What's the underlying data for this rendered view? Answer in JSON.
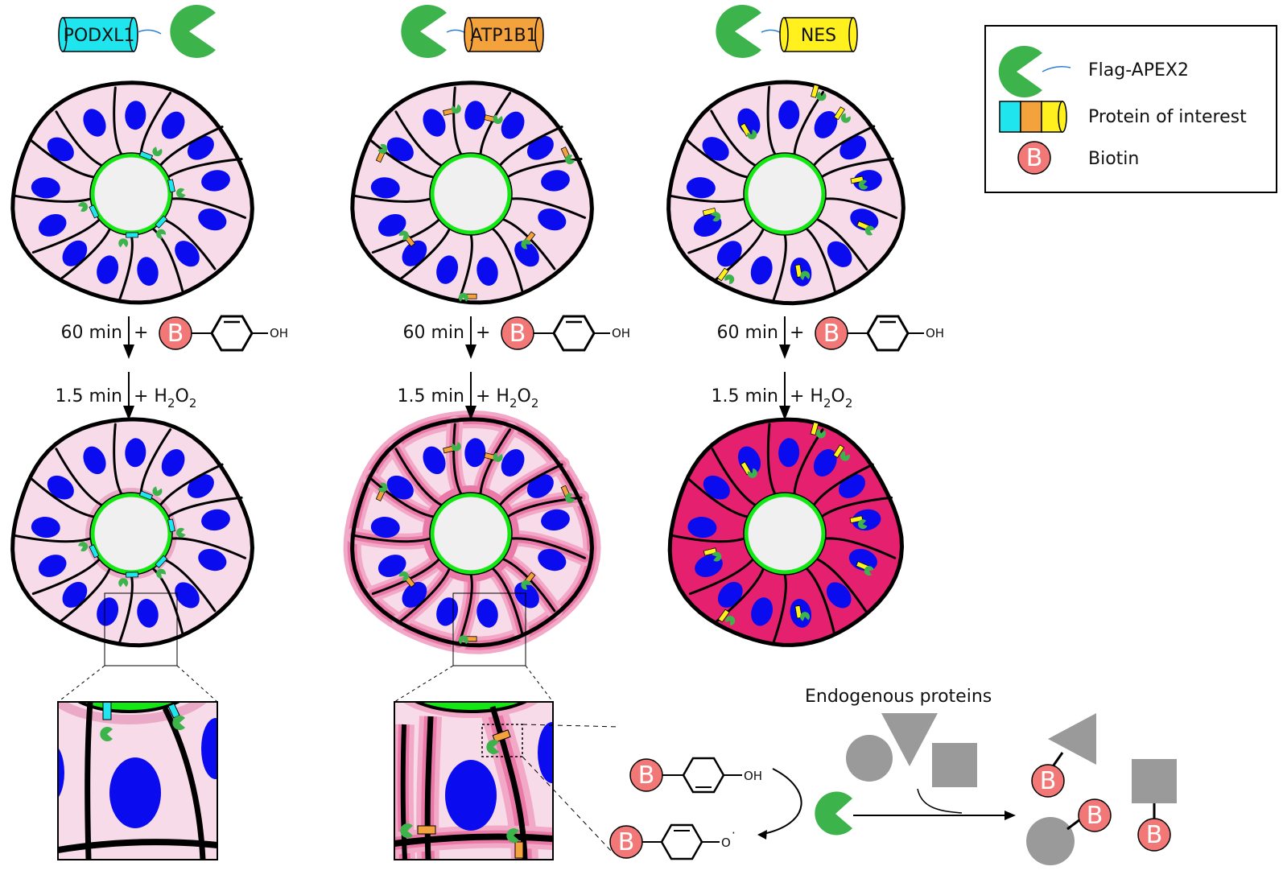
{
  "fusions": [
    {
      "protein": "PODXL1",
      "color": "#1fe6ee",
      "level": "apical"
    },
    {
      "protein": "ATP1B1",
      "color": "#f4a23c",
      "level": "membrane"
    },
    {
      "protein": "NES",
      "color": "#fff01e",
      "level": "cytoplasmic"
    }
  ],
  "steps": {
    "step1_time": "60 min",
    "plus": "+",
    "oh": "OH",
    "step2_time": "1.5 min",
    "h2o2": {
      "h": "H",
      "sub1": "2",
      "o": "O",
      "sub2": "2"
    }
  },
  "biotin_letter": "B",
  "legend": {
    "apex": "Flag-APEX2",
    "protein": "Protein of interest",
    "biotin": "Biotin",
    "protein_colors": [
      "#1fe6ee",
      "#f4a23c",
      "#fff01e"
    ]
  },
  "reaction": {
    "endogenous": "Endogenous proteins",
    "oh": "OH",
    "radical_o": "O",
    "radical_dot": "·"
  },
  "colors": {
    "apex": "#3cb44b",
    "nucleus": "#0b0bf0",
    "cell_light": "#f8dbe8",
    "cell_labeled": "#e4206f",
    "lumen": "#f0f0f0",
    "lumen_ring": "#12e812",
    "biotin": "#f27878",
    "grey_protein": "#9a9a9a"
  }
}
